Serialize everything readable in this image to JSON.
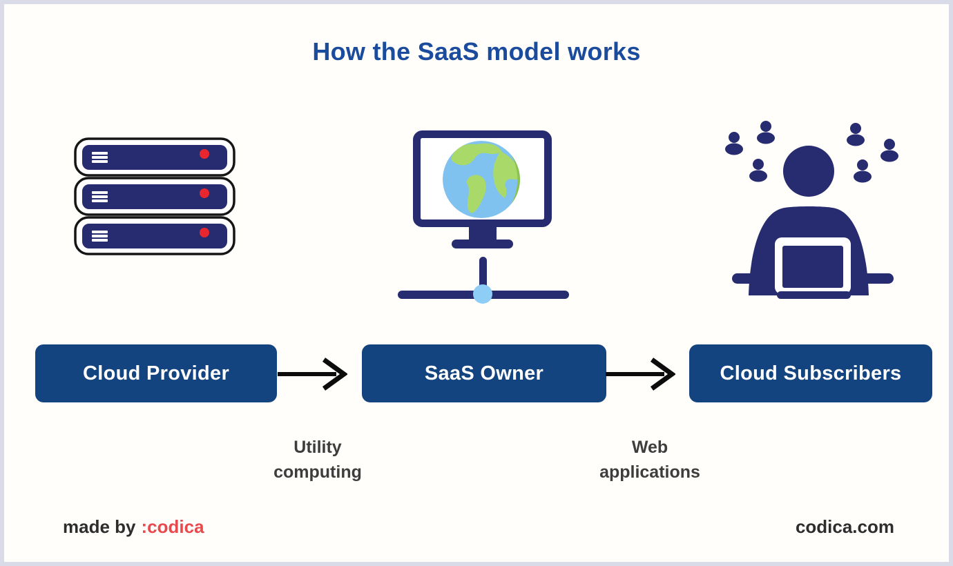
{
  "page": {
    "title": "How the SaaS model works"
  },
  "colors": {
    "page-bg": "#fffefb",
    "frame-border": "#dadbe9",
    "title-blue": "#1b4b9c",
    "node-blue": "#14447f",
    "node-text": "#ffffff",
    "icon-navy": "#272b6f",
    "outline-black": "#151515",
    "server-led-red": "#e8262d",
    "globe-ocean": "#7fc2ef",
    "globe-land": "#a9d969",
    "globe-rim": "#8cc34f",
    "network-node-blue": "#8ecdf5",
    "arrow-black": "#0c0c0c",
    "label-gray": "#3d3d3d",
    "footer-dark": "#2d2d2d",
    "brand-red": "#e9494d"
  },
  "flow": {
    "nodes": [
      {
        "label": "Cloud Provider",
        "icon": "server-stack-icon"
      },
      {
        "label": "SaaS Owner",
        "icon": "monitor-globe-network-icon"
      },
      {
        "label": "Cloud Subscribers",
        "icon": "user-at-laptop-with-audience-icon"
      }
    ],
    "connections": [
      {
        "label_line1": "Utility",
        "label_line2": "computing"
      },
      {
        "label_line1": "Web",
        "label_line2": "applications"
      }
    ]
  },
  "footer": {
    "made_by": "made by",
    "brand": ":codica",
    "website": "codica.com"
  }
}
